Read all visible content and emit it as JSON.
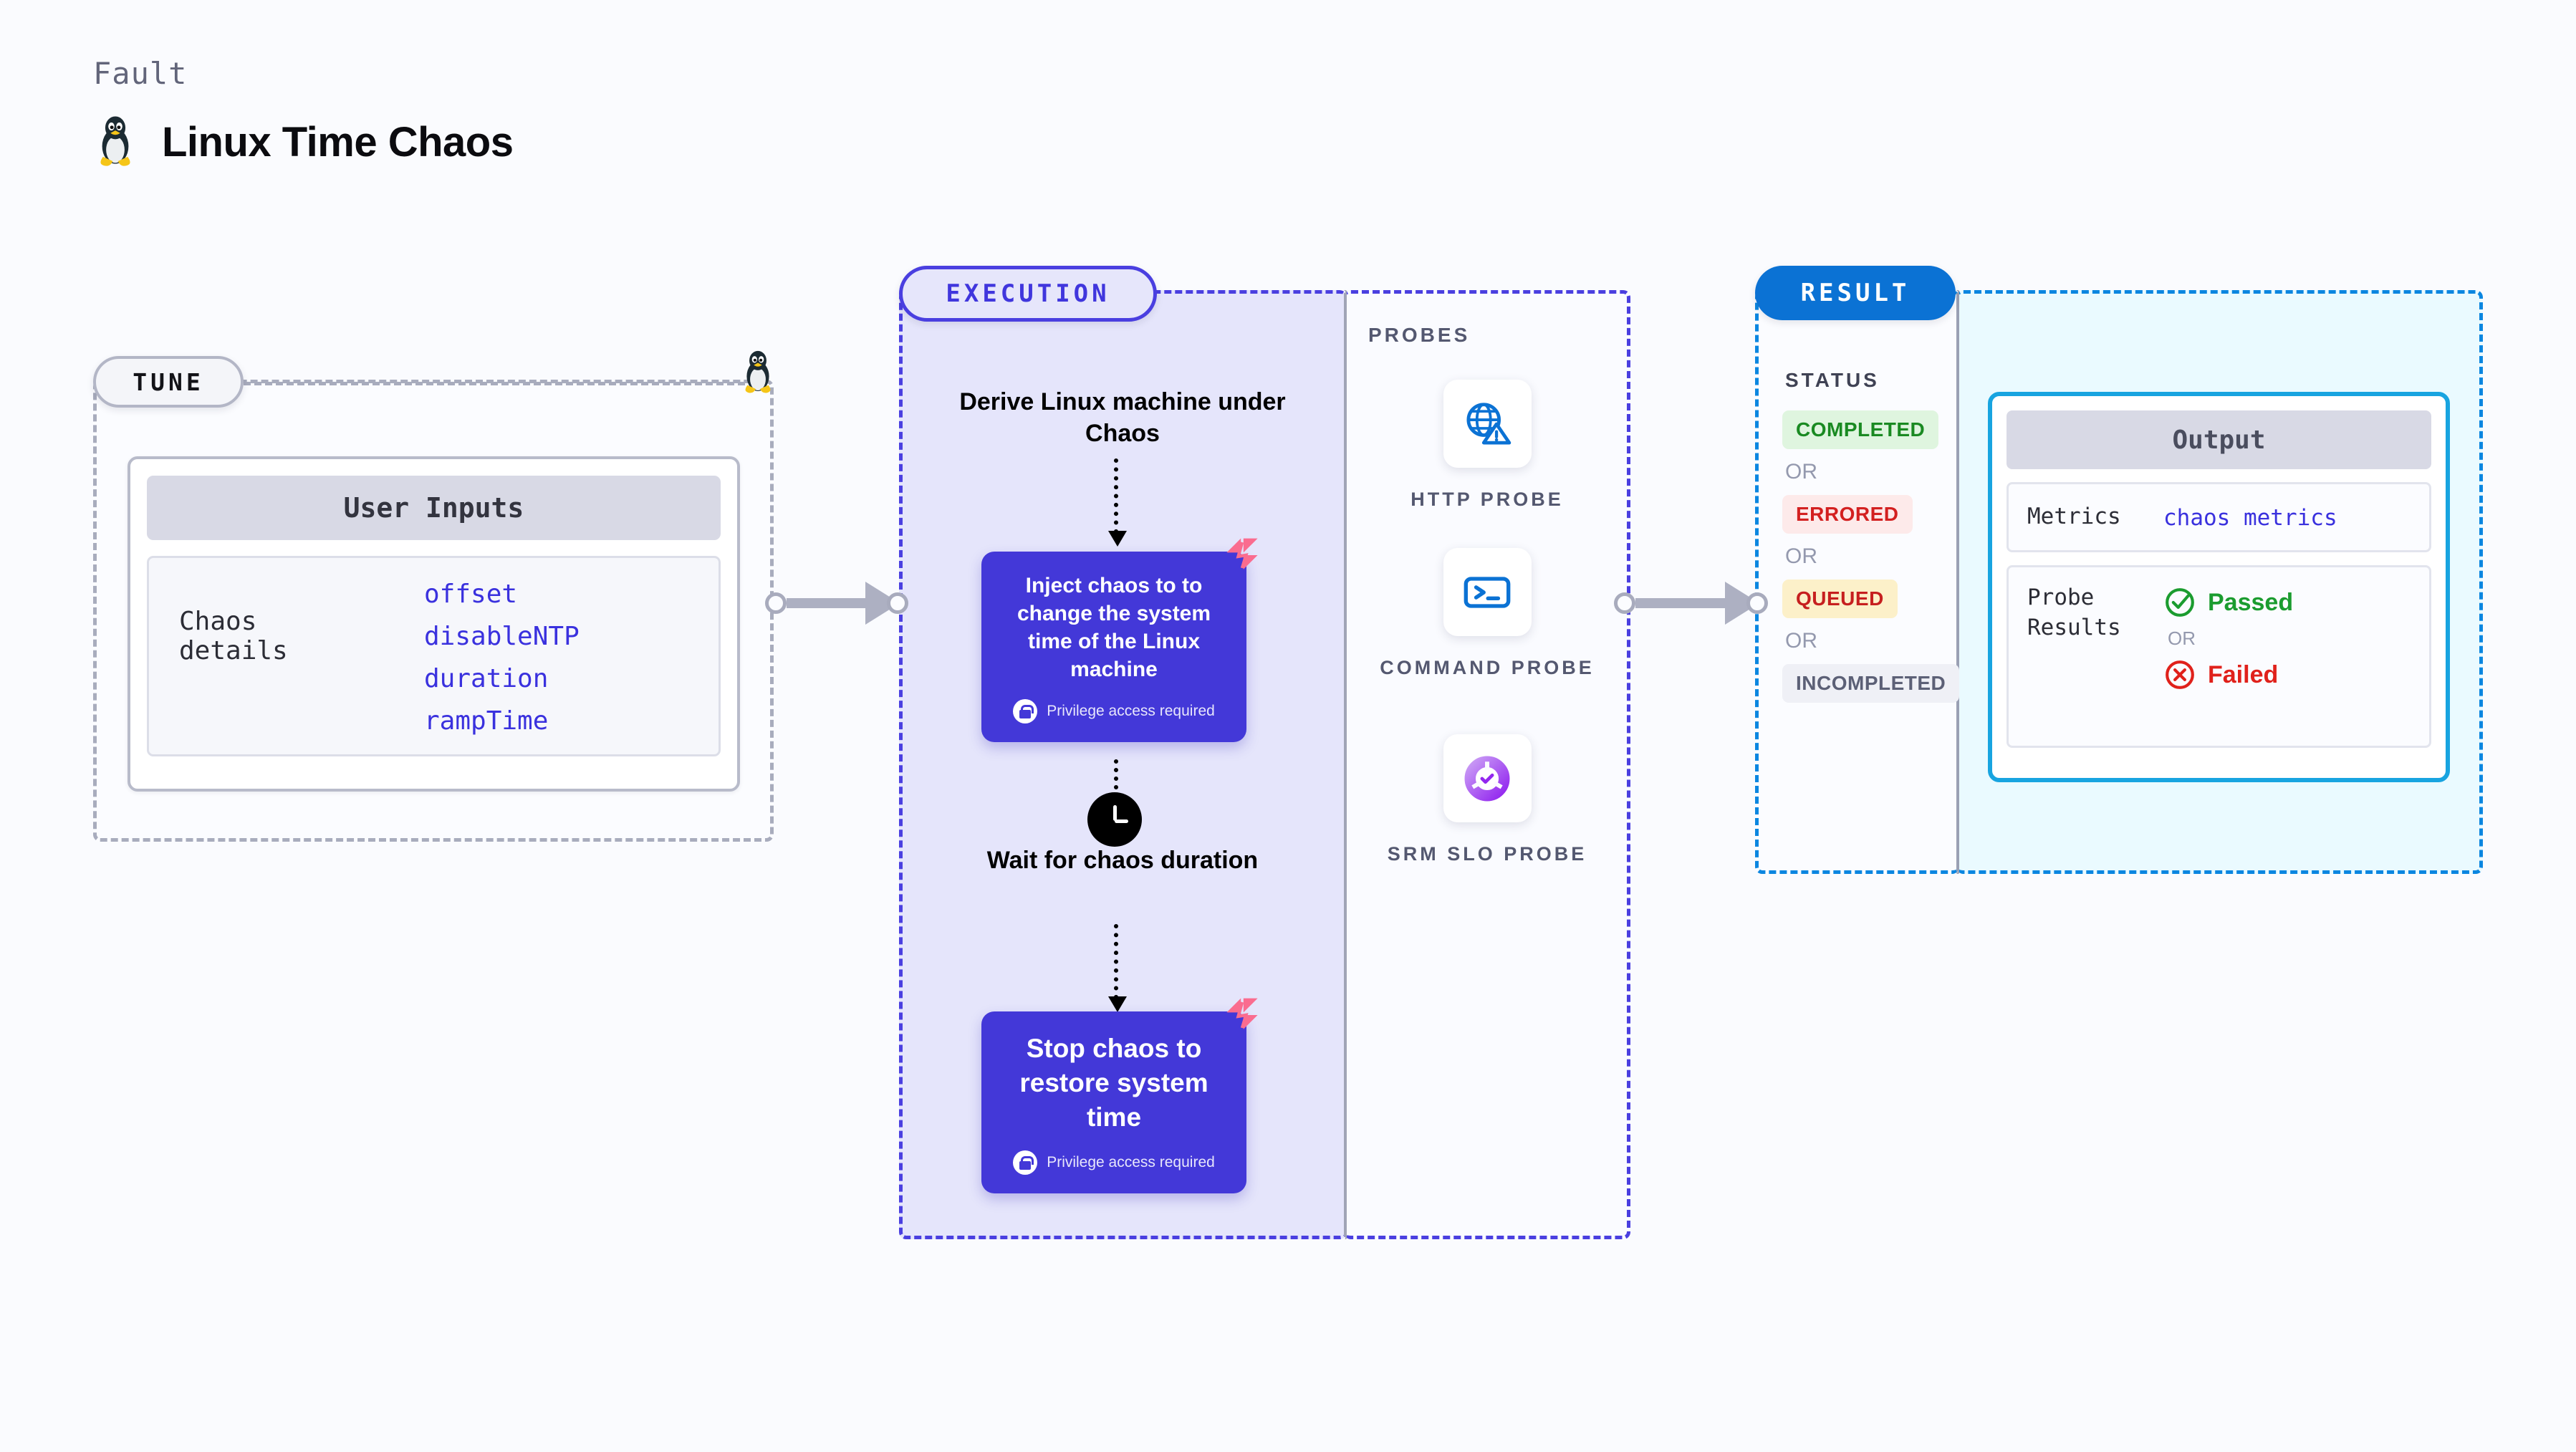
{
  "header": {
    "kicker": "Fault",
    "title": "Linux Time Chaos",
    "icon": "linux-tux-icon"
  },
  "tune": {
    "tag": "TUNE",
    "card_title": "User Inputs",
    "details_label": "Chaos details",
    "params": [
      "offset",
      "disableNTP",
      "duration",
      "rampTime"
    ]
  },
  "execution": {
    "tag": "EXECUTION",
    "step1_title": "Derive Linux machine under Chaos",
    "card1_text": "Inject chaos to to change the system time of the Linux machine",
    "card1_note": "Privilege access required",
    "step2_title": "Wait for chaos duration",
    "step2_icon": "clock-icon",
    "card2_text": "Stop chaos to restore system time",
    "card2_note": "Privilege access required"
  },
  "probes": {
    "label": "PROBES",
    "items": [
      {
        "name": "HTTP PROBE",
        "icon": "globe-warning-icon"
      },
      {
        "name": "COMMAND PROBE",
        "icon": "terminal-icon"
      },
      {
        "name": "SRM SLO PROBE",
        "icon": "slo-donut-check-icon"
      }
    ]
  },
  "result": {
    "tag": "RESULT",
    "status_label": "STATUS",
    "or_label": "OR",
    "statuses": [
      {
        "label": "COMPLETED",
        "bg": "#dff5df",
        "color": "#1a8a22"
      },
      {
        "label": "ERRORED",
        "bg": "#fdeaea",
        "color": "#d32020"
      },
      {
        "label": "QUEUED",
        "bg": "#fcf0c9",
        "color": "#c61f1f"
      },
      {
        "label": "INCOMPLETED",
        "bg": "#eff0f6",
        "color": "#5c6076"
      }
    ],
    "output": {
      "title": "Output",
      "metrics_key": "Metrics",
      "metrics_value": "chaos metrics",
      "probe_results_key": "Probe Results",
      "passed_label": "Passed",
      "failed_label": "Failed",
      "or_label": "OR"
    }
  },
  "colors": {
    "accent_purple": "#4338d8",
    "accent_blue": "#0b72d4",
    "harness_pink": "#fa6c8f",
    "page_bg": "#fafbfe"
  }
}
